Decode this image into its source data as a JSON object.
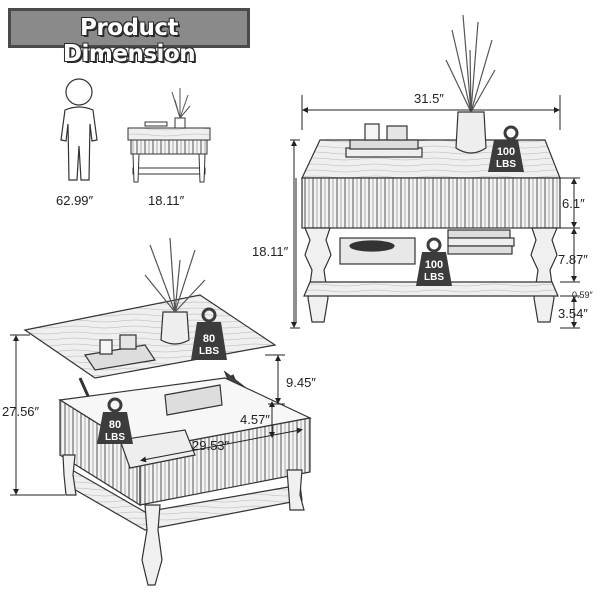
{
  "header": {
    "title": "Product Dimension"
  },
  "person": {
    "height": "62.99″"
  },
  "small_table": {
    "height": "18.11″"
  },
  "front_view": {
    "width": "31.5″",
    "height": "18.11″",
    "drawer_height": "6.1″",
    "shelf_gap": "7.87″",
    "shelf_thickness": "0.59″",
    "leg_height": "3.54″",
    "top_weight": {
      "value": "100",
      "unit": "LBS"
    },
    "shelf_weight": {
      "value": "100",
      "unit": "LBS"
    }
  },
  "lift_view": {
    "lifted_height": "27.56″",
    "lift_rise": "9.45″",
    "storage_depth": "4.57″",
    "storage_width": "29.53″",
    "top_weight": {
      "value": "80",
      "unit": "LBS"
    },
    "storage_weight": {
      "value": "80",
      "unit": "LBS"
    }
  }
}
